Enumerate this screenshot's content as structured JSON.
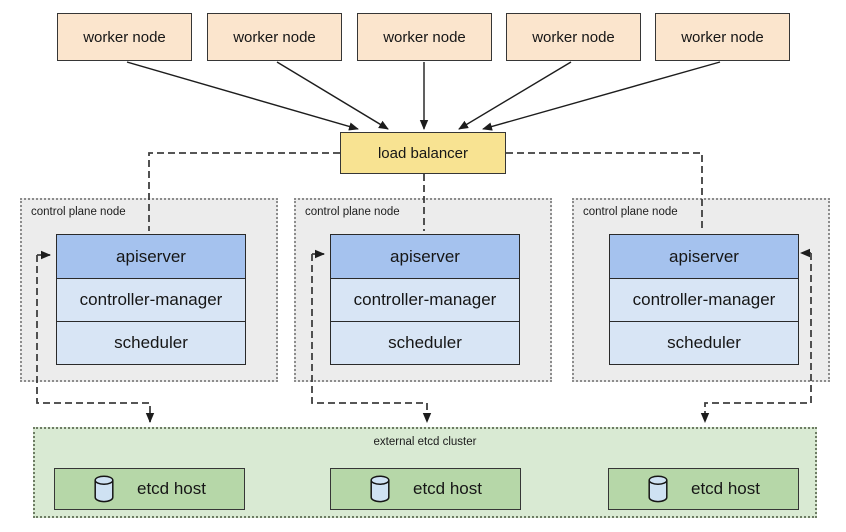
{
  "workers": [
    {
      "label": "worker node"
    },
    {
      "label": "worker node"
    },
    {
      "label": "worker node"
    },
    {
      "label": "worker node"
    },
    {
      "label": "worker node"
    }
  ],
  "load_balancer": {
    "label": "load balancer"
  },
  "control_planes": [
    {
      "label": "control plane node",
      "components": [
        {
          "label": "apiserver"
        },
        {
          "label": "controller-manager"
        },
        {
          "label": "scheduler"
        }
      ]
    },
    {
      "label": "control plane node",
      "components": [
        {
          "label": "apiserver"
        },
        {
          "label": "controller-manager"
        },
        {
          "label": "scheduler"
        }
      ]
    },
    {
      "label": "control plane node",
      "components": [
        {
          "label": "apiserver"
        },
        {
          "label": "controller-manager"
        },
        {
          "label": "scheduler"
        }
      ]
    }
  ],
  "etcd": {
    "label": "external etcd cluster",
    "host_icon": "database-cylinder-icon",
    "hosts": [
      {
        "label": "etcd host"
      },
      {
        "label": "etcd host"
      },
      {
        "label": "etcd host"
      }
    ]
  },
  "colors": {
    "worker-fill": "#fbe5cd",
    "lb-fill": "#f8e392",
    "apiserver-fill": "#a5c2ee",
    "component-fill": "#d8e5f5",
    "cp-fill": "#ececec",
    "cp-border": "#8c8c8c",
    "etcd-cluster-fill": "#d9ead3",
    "etcd-cluster-border": "#6e7c64",
    "etcd-host-fill": "#b6d7a8",
    "cylinder-fill": "#cfe2f3",
    "node-border": "#363636",
    "stack-border": "#2a2a2a",
    "connector-solid": "#1d1d1d",
    "connector-dashed": "#3f3f3f"
  }
}
